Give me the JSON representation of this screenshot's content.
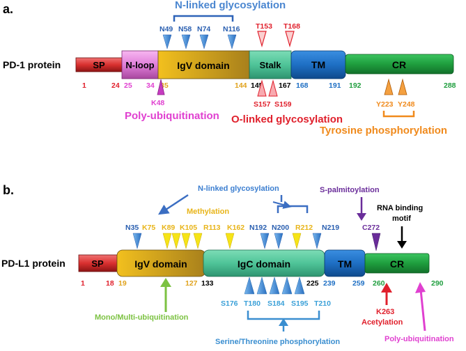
{
  "panel_a": {
    "panel_label": "a.",
    "protein_label": "PD-1 protein",
    "domains": {
      "sp": "SP",
      "nloop": "N-loop",
      "igv": "IgV domain",
      "stalk": "Stalk",
      "tm": "TM",
      "cr": "CR"
    },
    "positions": [
      "1",
      "24",
      "25",
      "34",
      "35",
      "144",
      "145",
      "167",
      "168",
      "191",
      "192",
      "288"
    ],
    "top_sites": [
      "N49",
      "N58",
      "N74",
      "N116",
      "T153",
      "T168"
    ],
    "bottom_sites": [
      "K48",
      "S157",
      "S159",
      "Y223",
      "Y248"
    ],
    "annotations": {
      "n_linked": "N-linked glycosylation",
      "poly_ub": "Poly-ubiquitination",
      "o_linked": "O-linked glycosylation",
      "tyr_phos": "Tyrosine phosphorylation"
    }
  },
  "panel_b": {
    "panel_label": "b.",
    "protein_label": "PD-L1 protein",
    "domains": {
      "sp": "SP",
      "igv": "IgV domain",
      "igc": "IgC domain",
      "tm": "TM",
      "cr": "CR"
    },
    "positions": [
      "1",
      "18",
      "19",
      "127",
      "133",
      "225",
      "239",
      "259",
      "260",
      "290"
    ],
    "top_sites": [
      "N35",
      "K75",
      "K89",
      "K105",
      "R113",
      "K162",
      "N192",
      "N200",
      "R212",
      "N219",
      "C272"
    ],
    "bottom_sites": [
      "S176",
      "T180",
      "S184",
      "S195",
      "T210",
      "K263"
    ],
    "annotations": {
      "n_linked": "N-linked glycosylation",
      "methylation": "Methylation",
      "s_palm": "S-palmitoylation",
      "rna_line1": "RNA binding",
      "rna_line2": "motif",
      "mono_multi": "Mono/Multi-ubiquitination",
      "acetylation": "Acetylation",
      "ser_thr": "Serine/Threonine phosphorylation",
      "poly_ub": "Poly-ubiquitination"
    }
  },
  "colors": {
    "sp": "#d9302f",
    "nloop": "#e87fe0",
    "igv": "#e0a21c",
    "stalk": "#4fc498",
    "igc": "#4fc498",
    "tm": "#1e6fc4",
    "cr": "#1f9e3e",
    "n_linked": "#3b7ed0",
    "red": "#e0202c",
    "magenta": "#e040d0",
    "orange": "#f08a1c",
    "yellow_text": "#e8b418",
    "purple": "#6a2d9a",
    "green_arrow": "#7cc242",
    "lightblue": "#3aa0d8"
  }
}
